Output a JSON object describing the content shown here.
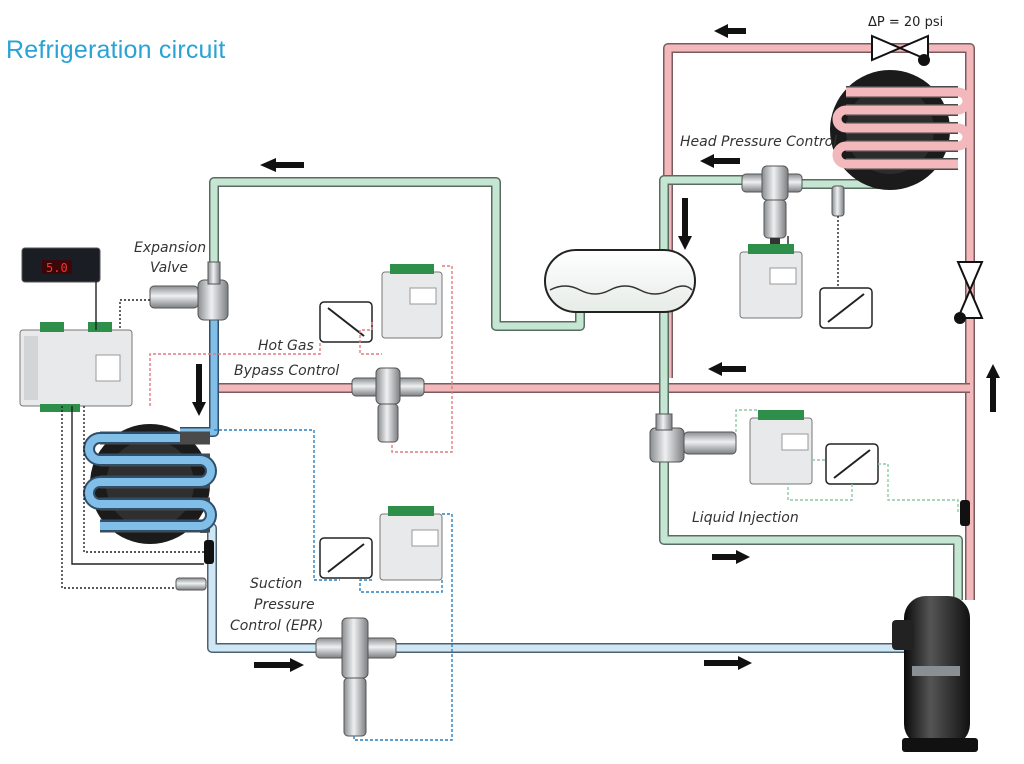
{
  "title": "Refrigeration circuit",
  "labels": {
    "delta_p": "ΔP = 20 psi",
    "head_pressure": "Head Pressure Control",
    "expansion_1": "Expansion",
    "expansion_2": "Valve",
    "hot_gas_1": "Hot Gas",
    "hot_gas_2": "Bypass Control",
    "liquid_injection": "Liquid Injection",
    "suction_1": "Suction",
    "suction_2": "Pressure",
    "suction_3": "Control (EPR)"
  },
  "colors": {
    "hot_line": "#f2b8bb",
    "liquid_line": "#c5e6d3",
    "cold_line": "#82bfe8",
    "suction_line": "#cfe6f5",
    "title": "#2aa3d4"
  }
}
